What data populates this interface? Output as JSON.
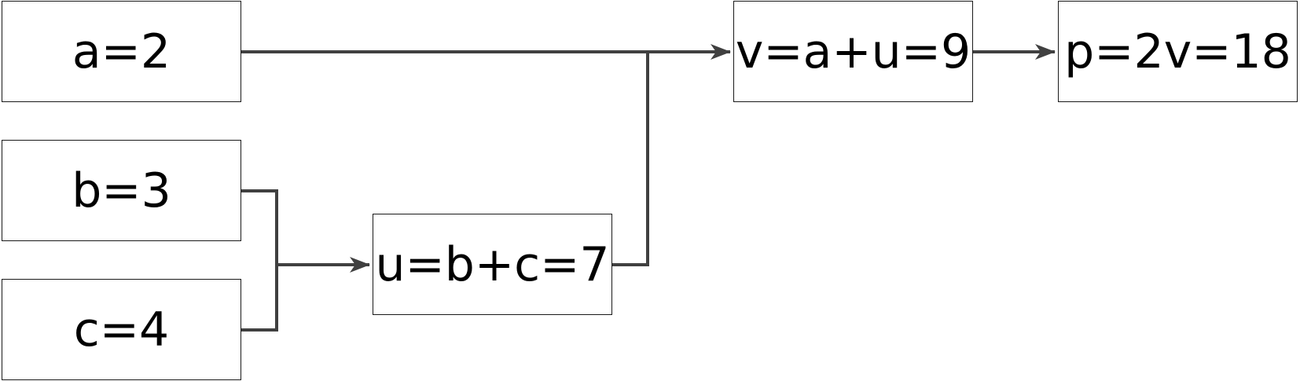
{
  "diagram": {
    "nodes": {
      "a": {
        "label": "a=2"
      },
      "b": {
        "label": "b=3"
      },
      "c": {
        "label": "c=4"
      },
      "u": {
        "label": "u=b+c=7"
      },
      "v": {
        "label": "v=a+u=9"
      },
      "p": {
        "label": "p=2v=18"
      }
    },
    "edges": [
      {
        "from": "a",
        "to": "v"
      },
      {
        "from": "b",
        "to": "u"
      },
      {
        "from": "c",
        "to": "u"
      },
      {
        "from": "u",
        "to": "v"
      },
      {
        "from": "v",
        "to": "p"
      }
    ],
    "colors": {
      "connector": "#404040",
      "border": "#1a1a1a",
      "text": "#000000"
    }
  }
}
